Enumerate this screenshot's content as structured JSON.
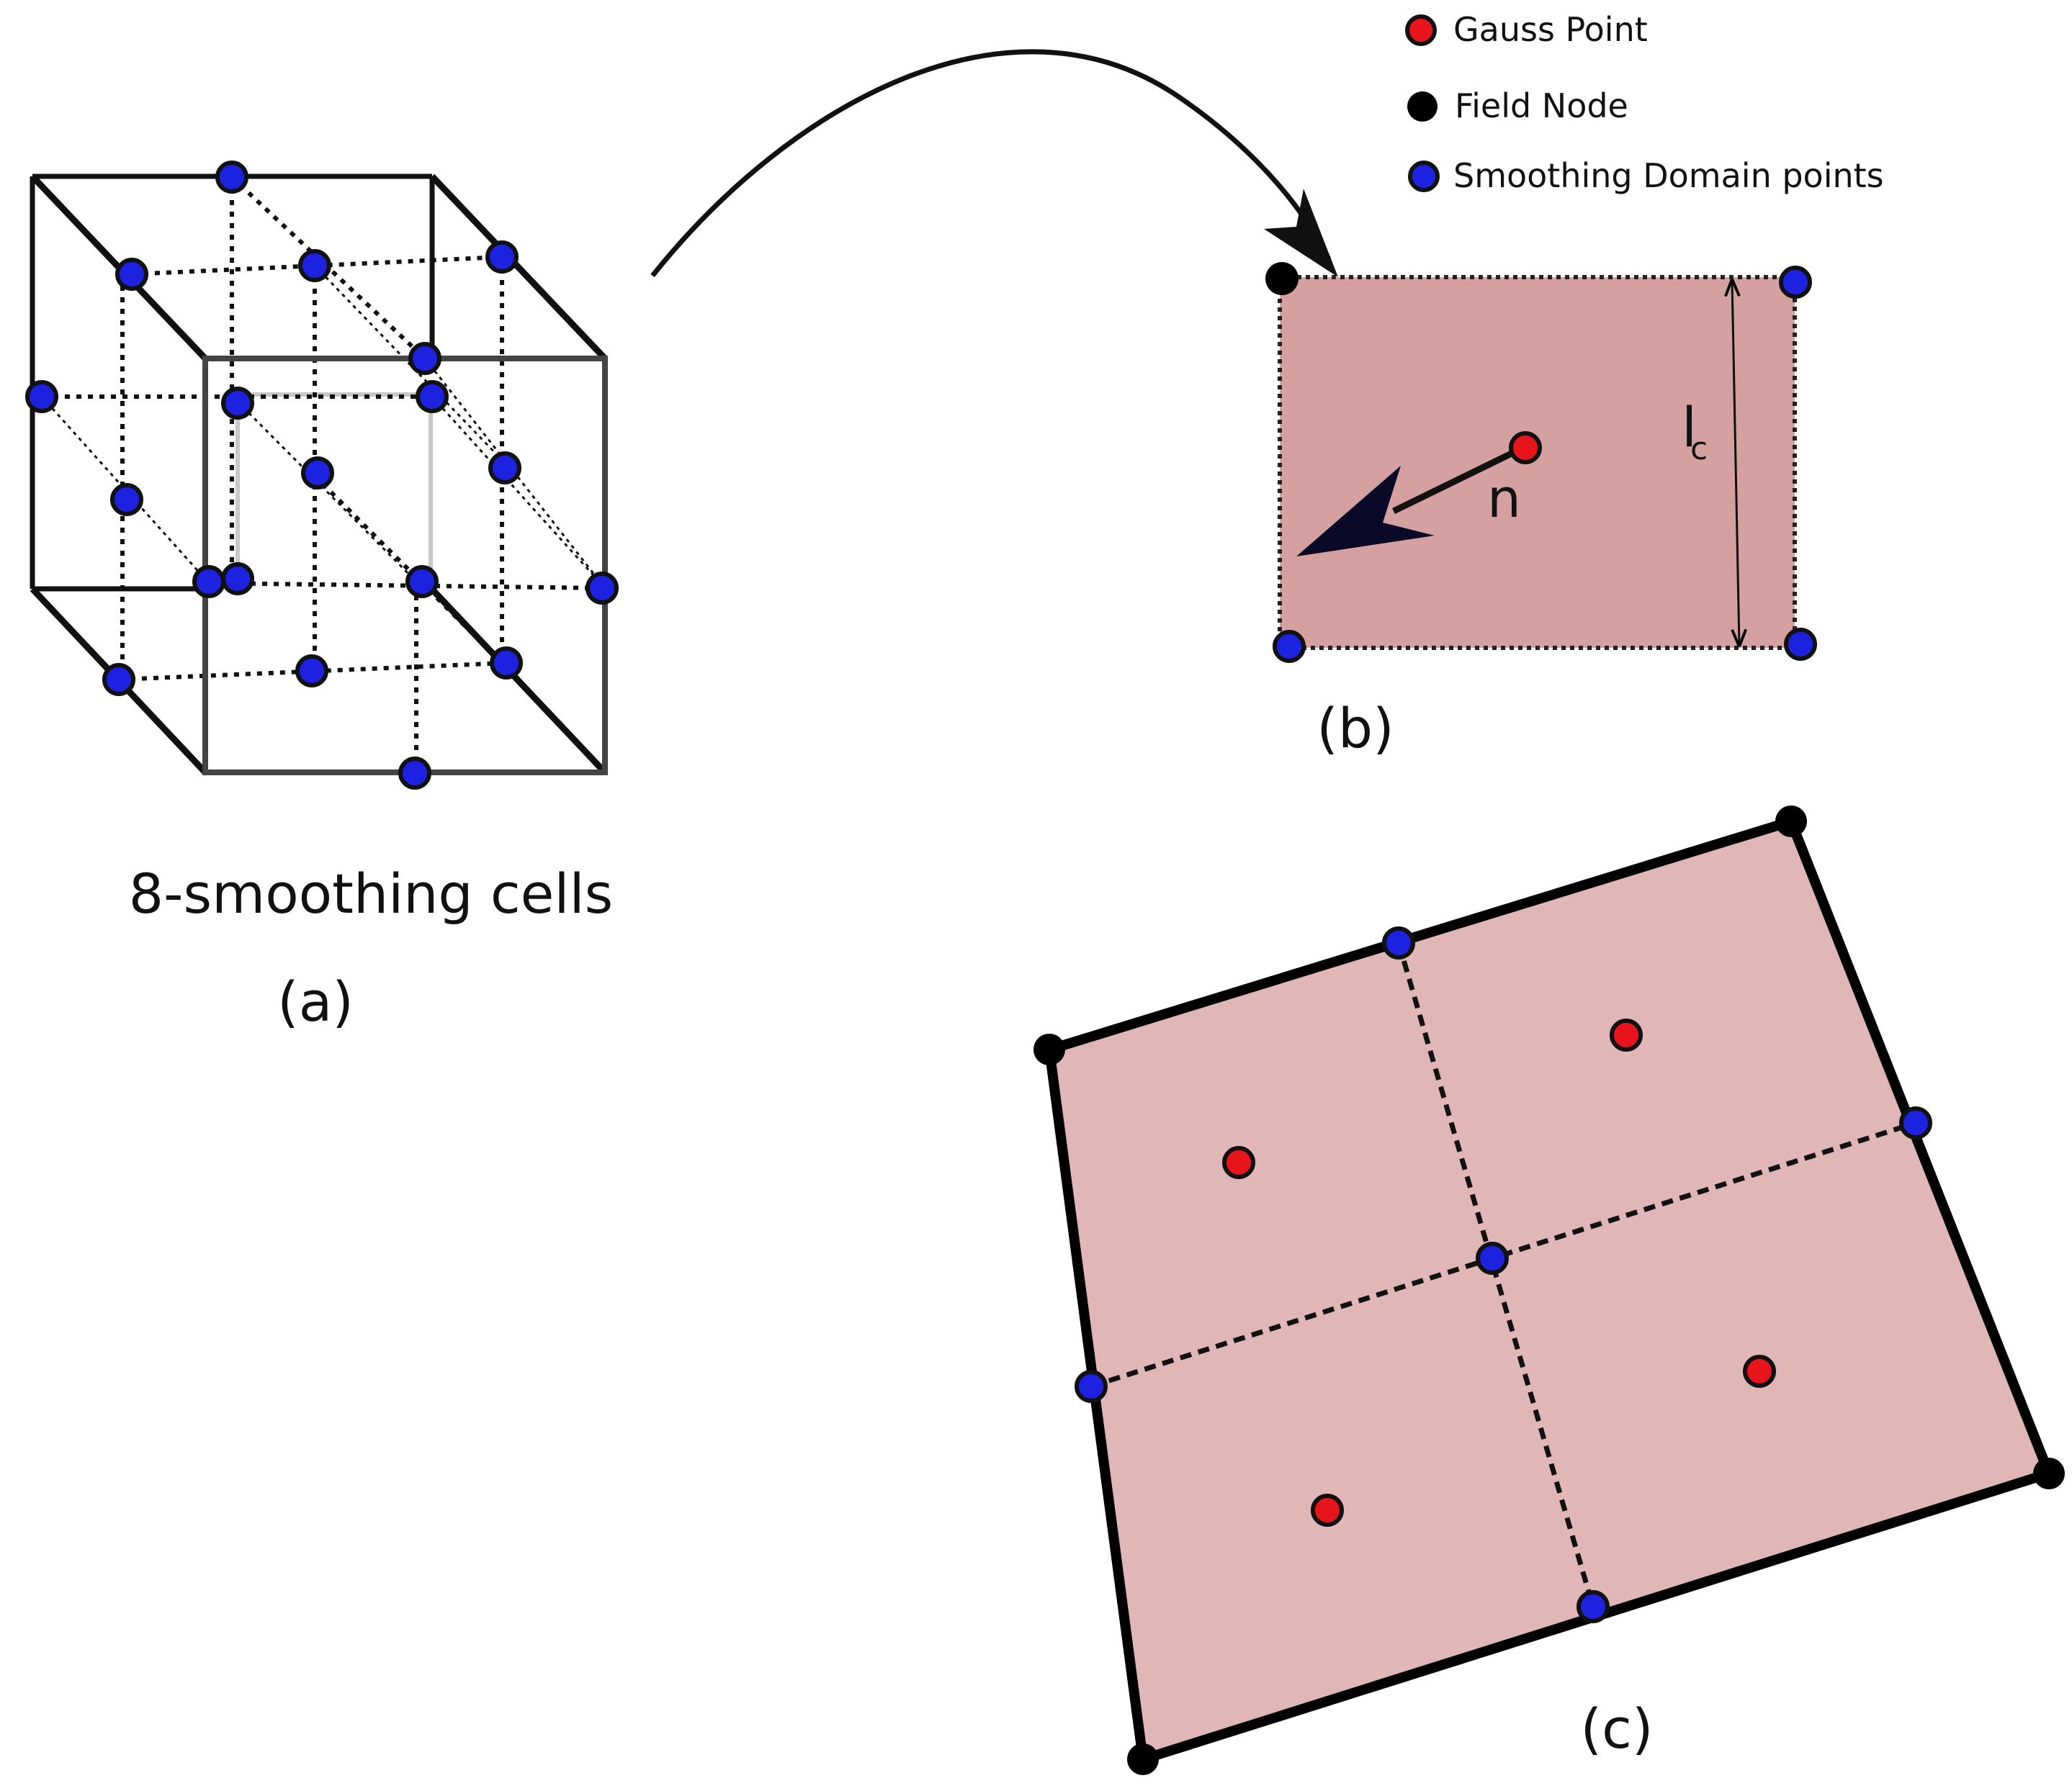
{
  "legend": {
    "items": [
      {
        "label": "Gauss Point",
        "color": "#e8141c"
      },
      {
        "label": "Field Node",
        "color": "#000000"
      },
      {
        "label": "Smoothing Domain points",
        "color": "#1d22e0"
      }
    ]
  },
  "panel_a": {
    "caption": "8-smoothing cells",
    "tag": "(a)"
  },
  "panel_b": {
    "tag": "(b)",
    "normal_label": "n",
    "length_label": "l",
    "length_subscript": "c",
    "fill_color": "#d4a0a0"
  },
  "panel_c": {
    "tag": "(c)",
    "fill_color": "#e0b6b6"
  },
  "colors": {
    "gauss": "#e8141c",
    "node": "#000000",
    "smoothing": "#1d22e0"
  }
}
